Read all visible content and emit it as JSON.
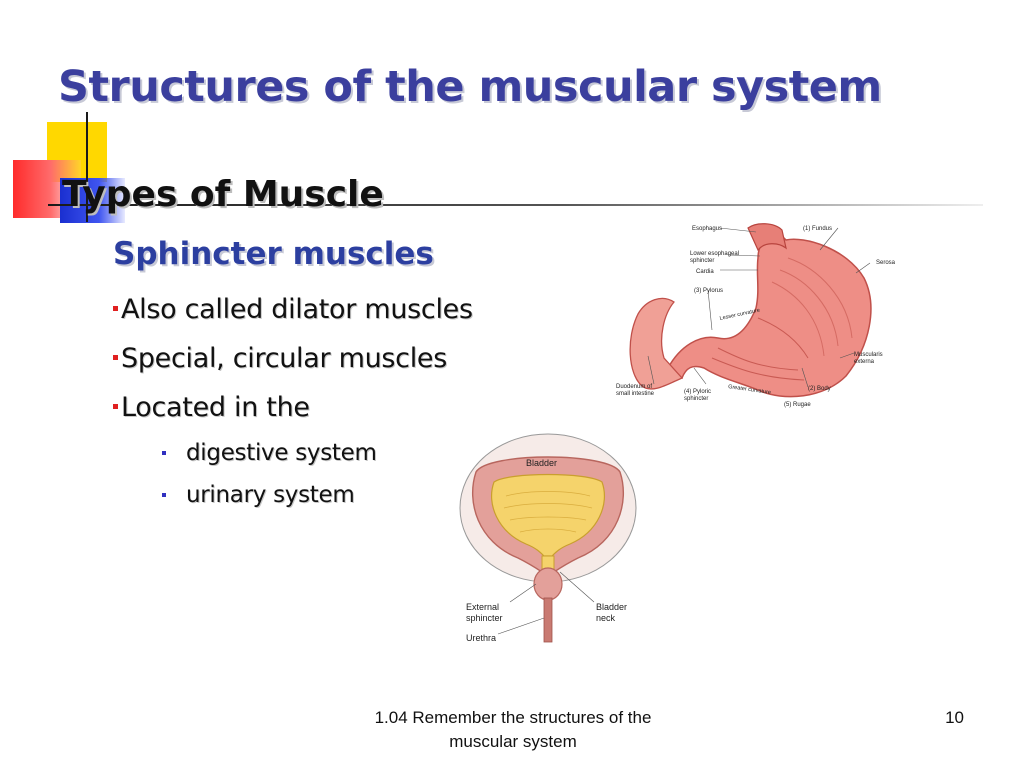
{
  "slide": {
    "title": "Structures of the muscular system",
    "heading": "Types of Muscle",
    "subheading": "Sphincter muscles",
    "bullets": [
      "Also called dilator muscles",
      "Special, circular muscles",
      "Located in the"
    ],
    "subbullets": [
      "digestive system",
      "urinary system"
    ],
    "footer": "1.04 Remember the structures of the muscular system",
    "page_number": "10"
  },
  "stomach_figure": {
    "labels": {
      "esophagus": "Esophagus",
      "fundus": "(1) Fundus",
      "lower_esophageal_1": "Lower esophageal",
      "lower_esophageal_2": "sphincter",
      "serosa": "Serosa",
      "cardia": "Cardia",
      "pylorus": "(3) Pylorus",
      "lesser_curvature": "Lesser curvature",
      "muscularis_1": "Muscularis",
      "muscularis_2": "externa",
      "duodenum_1": "Duodenum of",
      "duodenum_2": "small intestine",
      "pyloric_1": "(4) Pyloric",
      "pyloric_2": "sphincter",
      "greater_curvature": "Greater curvature",
      "body": "(2) Body",
      "rugae": "(5) Rugae"
    }
  },
  "bladder_figure": {
    "labels": {
      "bladder": "Bladder",
      "external_1": "External",
      "external_2": "sphincter",
      "bladder_neck_1": "Bladder",
      "bladder_neck_2": "neck",
      "urethra": "Urethra"
    }
  },
  "colors": {
    "title": "#3b3f9e",
    "subheading": "#2c3fa0",
    "deco_yellow": "#ffd800",
    "deco_red": "#ff2b2b",
    "deco_blue": "#1a2fd0"
  }
}
